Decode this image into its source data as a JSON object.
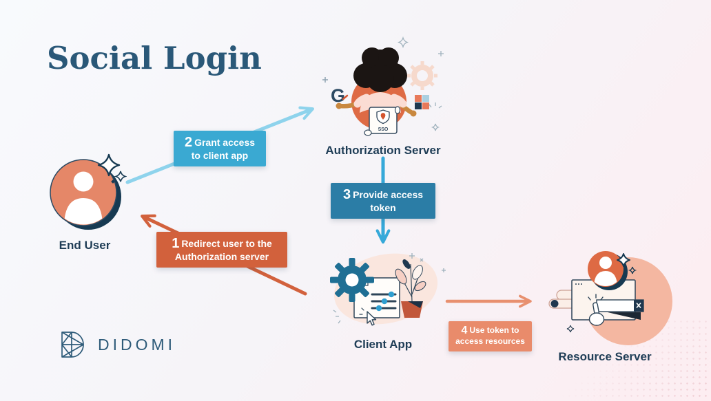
{
  "title": "Social Login",
  "brand": {
    "name": "DIDOMI"
  },
  "nodes": {
    "end_user": {
      "label": "End User"
    },
    "auth_server": {
      "label": "Authorization Server",
      "badge": "SSO"
    },
    "client_app": {
      "label": "Client App"
    },
    "resource_server": {
      "label": "Resource Server"
    }
  },
  "steps": [
    {
      "num": "1",
      "text": "Redirect user to the Authorization server",
      "color": "#d2613c"
    },
    {
      "num": "2",
      "text": "Grant access to client app",
      "color": "#3aa9d2"
    },
    {
      "num": "3",
      "text": "Provide access token",
      "color": "#2b7da6"
    },
    {
      "num": "4",
      "text": "Use token to access resources",
      "color": "#e98b6b"
    }
  ],
  "icons": {
    "google_g": "G",
    "list": [
      "person-in-circle-icon",
      "sparkle-icon",
      "google-g-icon",
      "microsoft-squares-icon",
      "sso-scroll-icon",
      "gear-icon",
      "browser-window-icon",
      "slider-controls-icon",
      "cursor-icon",
      "plant-icon",
      "hand-pointer-icon",
      "close-icon",
      "didomi-logo-mark"
    ]
  },
  "colors": {
    "title": "#2a5878",
    "navy_label": "#1e3c55",
    "arrow_light_blue": "#8ed3ec",
    "arrow_blue": "#36a9d9",
    "arrow_orange": "#d2613c",
    "arrow_salmon": "#e8906f",
    "background_start": "#f8fafd",
    "background_end": "#fdedf1"
  }
}
